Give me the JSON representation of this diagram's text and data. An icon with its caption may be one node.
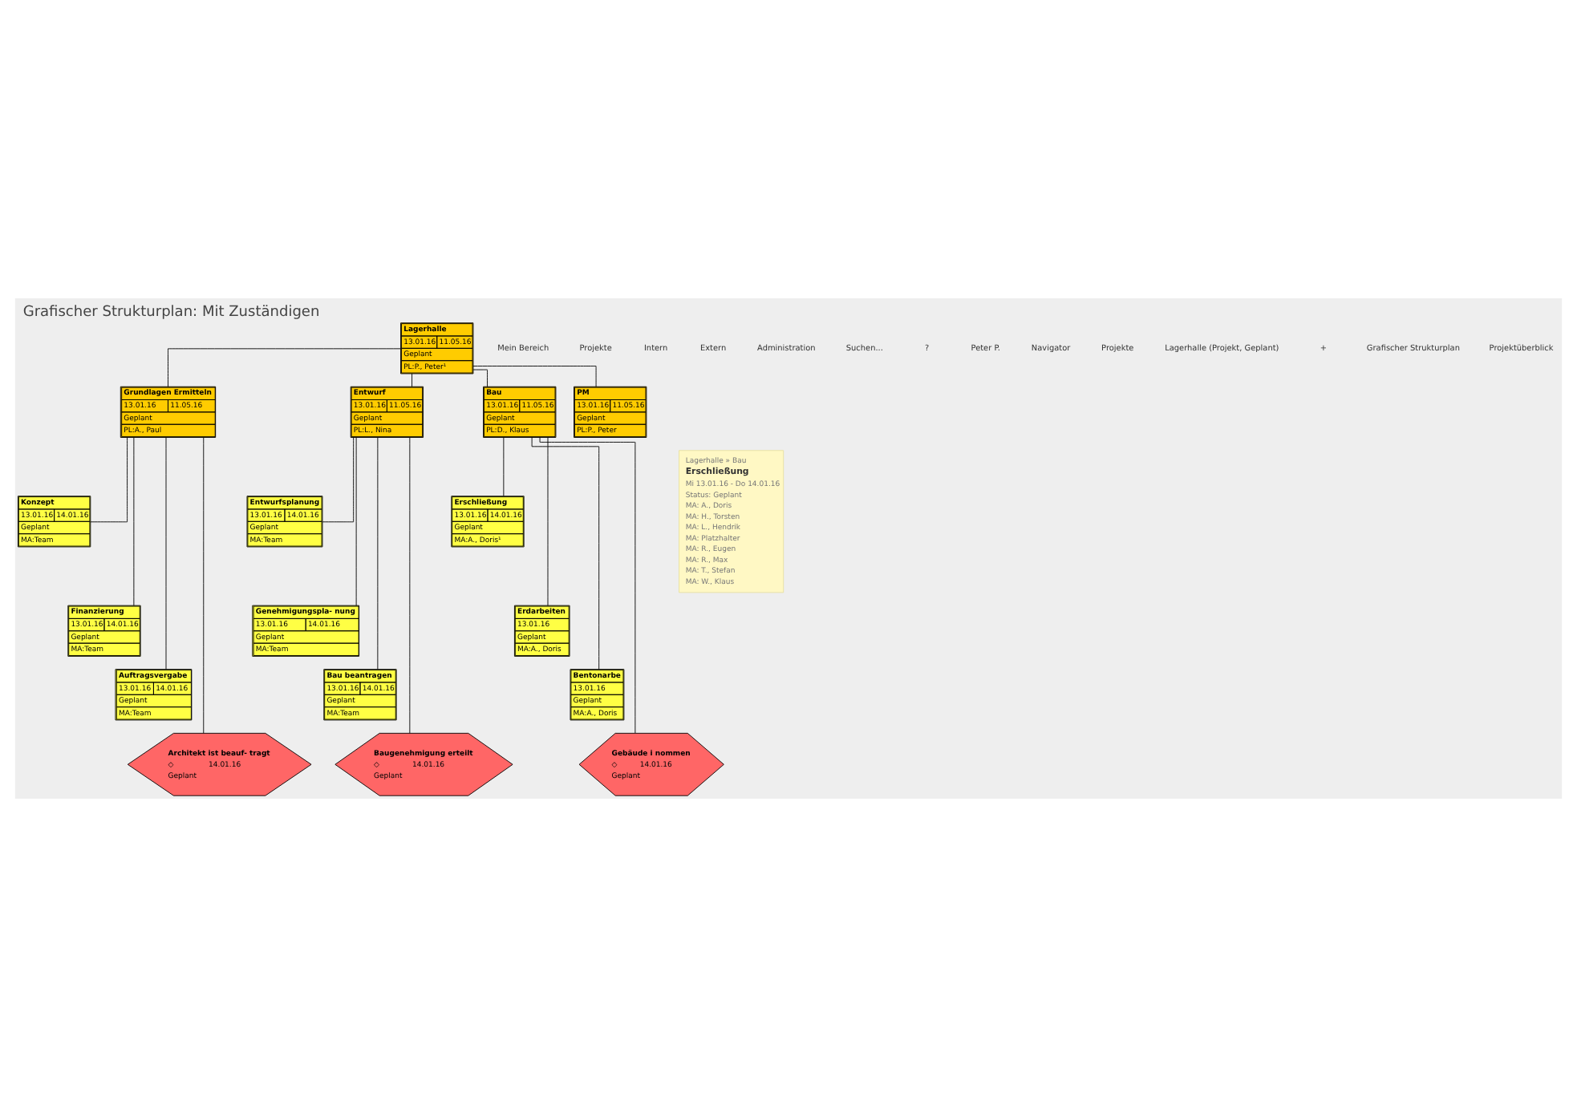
{
  "diagram": {
    "title": "Grafischer Strukturplan: Mit Zuständigen",
    "nodes": [
      {
        "text": [
          "Lagerhalle",
          "13.01.16",
          "11.05.16",
          "Geplant",
          "PL:P., Peter¹"
        ]
      },
      {
        "text": [
          "Grundlagen Ermitteln",
          "13.01.16",
          "11.05.16",
          "Geplant",
          "PL:A., Paul"
        ]
      },
      {
        "text": [
          "Entwurf",
          "13.01.16",
          "11.05.16",
          "Geplant",
          "PL:L., Nina"
        ]
      },
      {
        "text": [
          "Bau",
          "13.01.16",
          "11.05.16",
          "Geplant",
          "PL:D., Klaus"
        ]
      },
      {
        "text": [
          "PM",
          "13.01.16",
          "11.05.16",
          "Geplant",
          "PL:P., Peter"
        ]
      },
      {
        "text": [
          "Konzept",
          "13.01.16",
          "14.01.16",
          "Geplant",
          "MA:Team"
        ]
      },
      {
        "text": [
          "Finanzierung",
          "13.01.16",
          "14.01.16",
          "Geplant",
          "MA:Team"
        ]
      },
      {
        "text": [
          "Auftragsvergabe",
          "13.01.16",
          "14.01.16",
          "Geplant",
          "MA:Team"
        ]
      },
      {
        "text": [
          "Architekt ist beauf- tragt",
          "◇",
          "14.01.16",
          "Geplant"
        ]
      },
      {
        "text": [
          "Entwurfsplanung",
          "13.01.16",
          "14.01.16",
          "Geplant",
          "MA:Team"
        ]
      },
      {
        "text": [
          "Genehmigungspla- nung",
          "13.01.16",
          "14.01.16",
          "Geplant",
          "MA:Team"
        ]
      },
      {
        "text": [
          "Bau beantragen",
          "13.01.16",
          "14.01.16",
          "Geplant",
          "MA:Team"
        ]
      },
      {
        "text": [
          "Baugenehmigung erteilt",
          "◇",
          "14.01.16",
          "Geplant"
        ]
      },
      {
        "text": [
          "Erschließung",
          "13.01.16",
          "14.01.16",
          "Geplant",
          "MA:A., Doris¹"
        ]
      },
      {
        "text": [
          "Erdarbeiten",
          "13.01.16",
          "Geplant",
          "MA:A., Doris"
        ]
      },
      {
        "text": [
          "Bentonarbe",
          "13.01.16",
          "Geplant",
          "MA:A., Doris"
        ]
      },
      {
        "text": [
          "Gebäude i nommen",
          "◇",
          "14.01.16",
          "Geplant"
        ]
      },
      {
        "text": [
          "Lagerhalle » Bau",
          "Erschließung",
          "Mi 13.01.16 - Do 14.01.16",
          "Status: Geplant",
          "MA: A., Doris",
          "MA: H., Torsten",
          "MA: L., Hendrik",
          "MA: Platzhalter",
          "MA: R., Eugen",
          "MA: R., Max",
          "MA: T., Stefan",
          "MA: W., Klaus"
        ]
      }
    ],
    "edges": [
      {
        "from": 0,
        "to": 1,
        "arrow": "none"
      },
      {
        "from": 0,
        "to": 2,
        "arrow": "none"
      },
      {
        "from": 0,
        "to": 3,
        "arrow": "none"
      },
      {
        "from": 0,
        "to": 4,
        "arrow": "none"
      },
      {
        "from": 1,
        "to": 5,
        "arrow": "none"
      },
      {
        "from": 1,
        "to": 6,
        "arrow": "none"
      },
      {
        "from": 1,
        "to": 7,
        "arrow": "none"
      },
      {
        "from": 1,
        "to": 8,
        "arrow": "none"
      },
      {
        "from": 2,
        "to": 9,
        "arrow": "none"
      },
      {
        "from": 2,
        "to": 10,
        "arrow": "none"
      },
      {
        "from": 2,
        "to": 11,
        "arrow": "none"
      },
      {
        "from": 2,
        "to": 12,
        "arrow": "none"
      },
      {
        "from": 3,
        "to": 13,
        "arrow": "none"
      },
      {
        "from": 3,
        "to": 14,
        "arrow": "none"
      },
      {
        "from": 3,
        "to": 15,
        "arrow": "none"
      },
      {
        "from": 3,
        "to": 16,
        "arrow": "none"
      }
    ],
    "labels": [
      "Mein Bereich",
      "Projekte",
      "Intern",
      "Extern",
      "Administration",
      "Suchen...",
      "?",
      "Peter P.",
      "Navigator",
      "Projekte",
      "Lagerhalle (Projekt, Geplant)",
      "+",
      "Grafischer Strukturplan",
      "Projektüberblick"
    ]
  }
}
